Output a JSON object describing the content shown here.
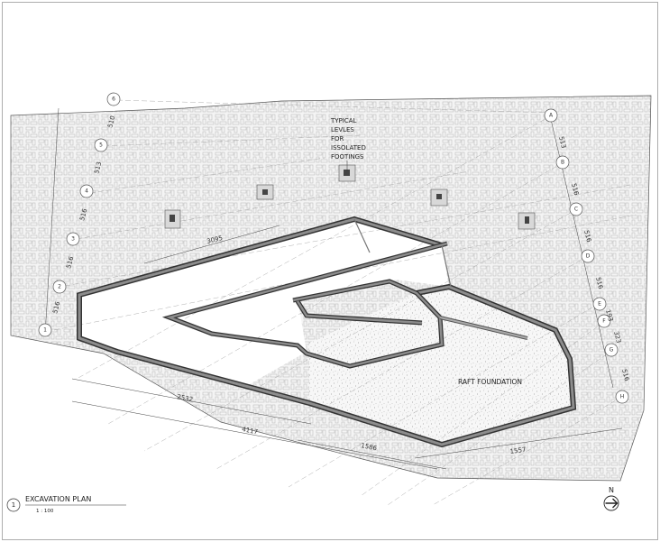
{
  "notes": {
    "typical_levels": [
      "TYPICAL",
      "LEVLES",
      "FOR",
      "ISSOLATED",
      "FOOTINGS"
    ],
    "raft_foundation": "RAFT FOUNDATION"
  },
  "title_block": {
    "number": "1",
    "title": "EXCAVATION PLAN",
    "scale": "1 : 100"
  },
  "north": {
    "label": "N"
  },
  "grid_numbers": [
    "1",
    "2",
    "3",
    "4",
    "5",
    "6"
  ],
  "grid_letters": [
    "A",
    "B",
    "C",
    "D",
    "E",
    "F",
    "G",
    "H"
  ],
  "dims_left": [
    "516",
    "516",
    "516",
    "513",
    "510"
  ],
  "dims_right": [
    "513",
    "516",
    "516",
    "516",
    "193",
    "323",
    "516"
  ],
  "dims_main": {
    "top": "3095",
    "d1": "2532",
    "d2": "4117",
    "d3": "1586",
    "d4": "1557"
  }
}
